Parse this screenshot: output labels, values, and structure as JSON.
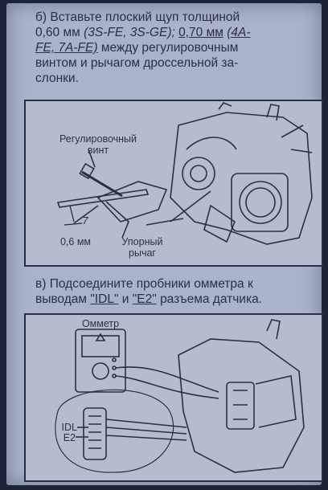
{
  "step_b": {
    "marker": "б)",
    "line1": "Вставьте плоский щуп толщиной",
    "v060": "0,60 мм",
    "m1": "(3S-FE, 3S-GE);",
    "v070": "0,70 мм",
    "m2a": "(4A-",
    "m2b": "FE, 7A-FE)",
    "rest2": "между регулировочным",
    "line3": "винтом и рычагом дроссельной за-",
    "line4": "слонки."
  },
  "figure1": {
    "screw_label_1": "Регулировочный",
    "screw_label_2": "винт",
    "gap_label": "0,6 мм",
    "lever_label_1": "Упорный",
    "lever_label_2": "рычаг",
    "handwritten_mark": "7"
  },
  "step_v": {
    "marker": "в)",
    "line1": "Подсоедините пробники омметра к",
    "line2a": "выводам",
    "term1": "\"IDL\"",
    "and": "и",
    "term2": "\"E2\"",
    "line2b": "разъема датчика."
  },
  "figure2": {
    "meter_label": "Омметр",
    "terminal_idl": "IDL",
    "terminal_e2": "E2"
  }
}
